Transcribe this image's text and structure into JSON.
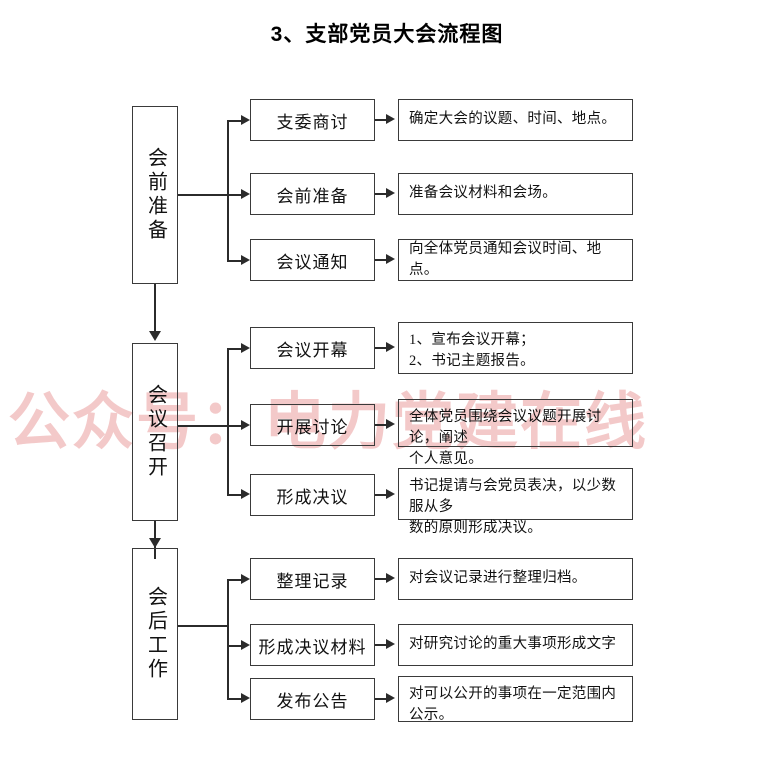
{
  "document": {
    "title": "3、支部党员大会流程图",
    "watermark": "公众号：电力党建在线"
  },
  "flowchart": {
    "type": "process-flow",
    "stages": [
      {
        "id": "stage-1",
        "label": "会前准备",
        "steps": [
          {
            "step": "支委商讨",
            "desc": "确定大会的议题、时间、地点。"
          },
          {
            "step": "会前准备",
            "desc": "准备会议材料和会场。"
          },
          {
            "step": "会议通知",
            "desc": "向全体党员通知会议时间、地点。"
          }
        ]
      },
      {
        "id": "stage-2",
        "label": "会议召开",
        "steps": [
          {
            "step": "会议开幕",
            "desc": "1、宣布会议开幕；\n2、书记主题报告。"
          },
          {
            "step": "开展讨论",
            "desc": "全体党员围绕会议议题开展讨论，阐述\n个人意见。"
          },
          {
            "step": "形成决议",
            "desc": "书记提请与会党员表决，以少数服从多\n数的原则形成决议。"
          }
        ]
      },
      {
        "id": "stage-3",
        "label": "会后工作",
        "steps": [
          {
            "step": "整理记录",
            "desc": "对会议记录进行整理归档。"
          },
          {
            "step": "形成决议材料",
            "desc": "对研究讨论的重大事项形成文字"
          },
          {
            "step": "发布公告",
            "desc": "对可以公开的事项在一定范围内\n公示。"
          }
        ]
      }
    ],
    "colors": {
      "line": "#2b2b2b",
      "box_border": "#3a3a3a",
      "text": "#111111",
      "watermark": "#f0b7b7",
      "background": "#ffffff"
    }
  }
}
